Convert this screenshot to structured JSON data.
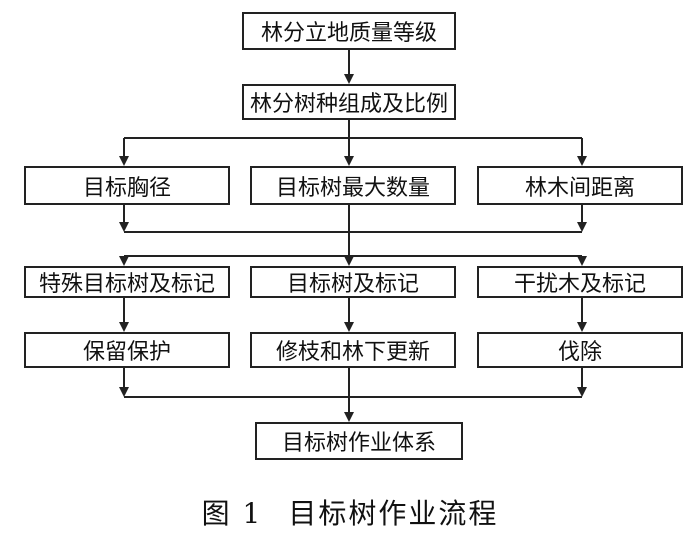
{
  "nodes": {
    "top": "林分立地质量等级",
    "composition": "林分树种组成及比例",
    "criteria": [
      "目标胸径",
      "目标树最大数量",
      "林木间距离"
    ],
    "marking": [
      "特殊目标树及标记",
      "目标树及标记",
      "干扰木及标记"
    ],
    "action": [
      "保留保护",
      "修枝和林下更新",
      "伐除"
    ],
    "system": "目标树作业体系"
  },
  "caption": {
    "label": "图 1",
    "title": "目标树作业流程"
  }
}
